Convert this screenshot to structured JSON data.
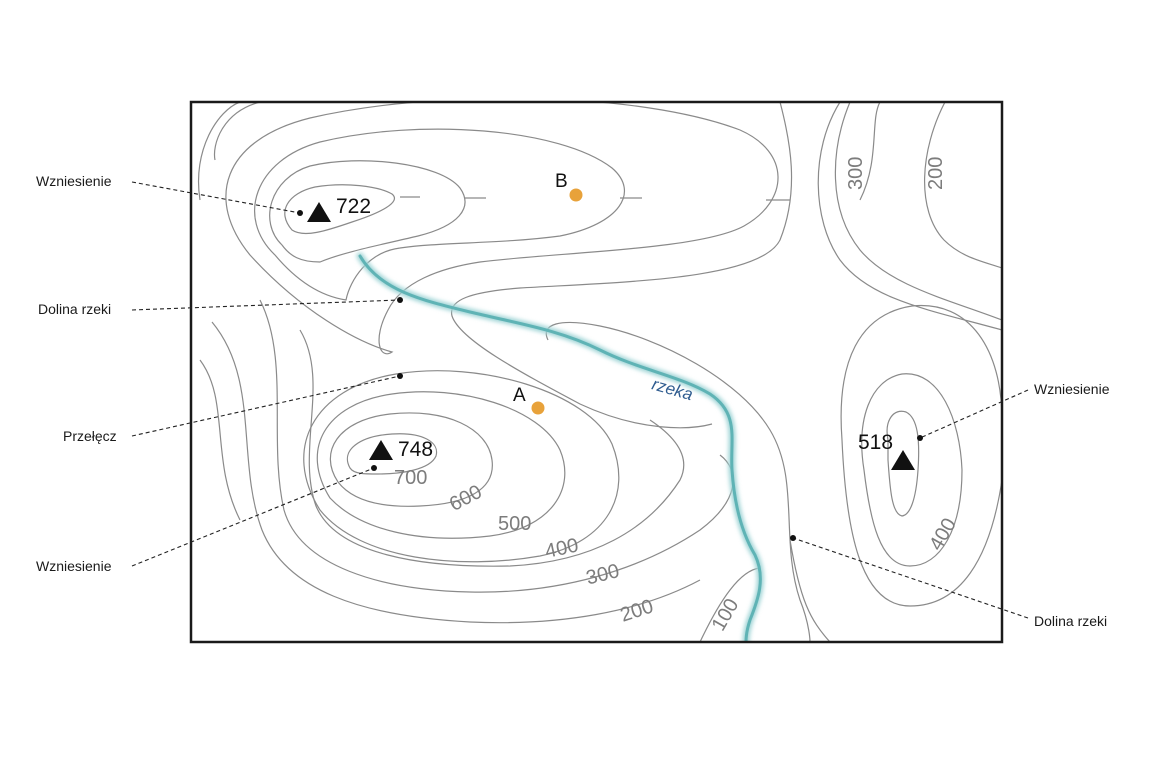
{
  "callouts": {
    "elevation_top_left": "Wzniesienie",
    "valley_left": "Dolina rzeki",
    "pass": "Przełęcz",
    "elevation_bottom_left": "Wzniesienie",
    "elevation_right": "Wzniesienie",
    "valley_right": "Dolina rzeki"
  },
  "peaks": {
    "north": "722",
    "south": "748",
    "east": "518"
  },
  "points": {
    "a": "A",
    "b": "B"
  },
  "contour_labels": {
    "c700": "700",
    "c600": "600",
    "c500": "500",
    "c400_s": "400",
    "c300_s": "300",
    "c200_s": "200",
    "c100": "100",
    "c300_ne": "300",
    "c200_ne": "200",
    "c400_e": "400"
  },
  "river": {
    "label": "rzeka"
  },
  "colors": {
    "river": "#5fb3b5",
    "point": "#e8a23a",
    "contour": "#8a8a8a",
    "frame": "#1a1a1a"
  }
}
